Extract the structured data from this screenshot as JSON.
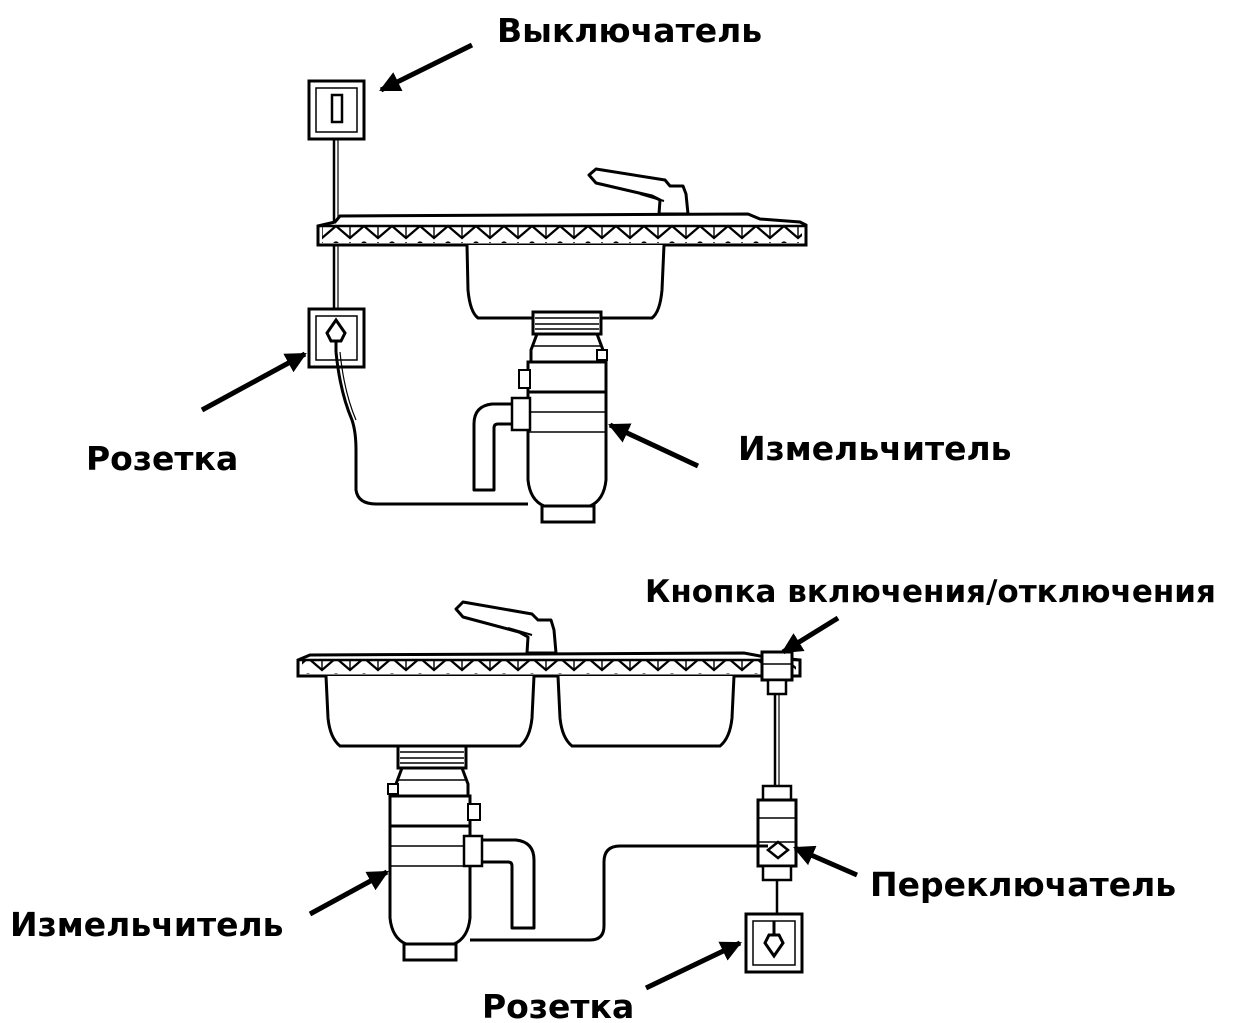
{
  "labels": {
    "switch_top": "Выключатель",
    "outlet_top": "Розетка",
    "grinder_top": "Измельчитель",
    "button": "Кнопка включения/отключения",
    "toggle": "Переключатель",
    "grinder_bottom": "Измельчитель",
    "outlet_bottom": "Розетка"
  },
  "colors": {
    "ink": "#000000",
    "background": "#ffffff"
  }
}
